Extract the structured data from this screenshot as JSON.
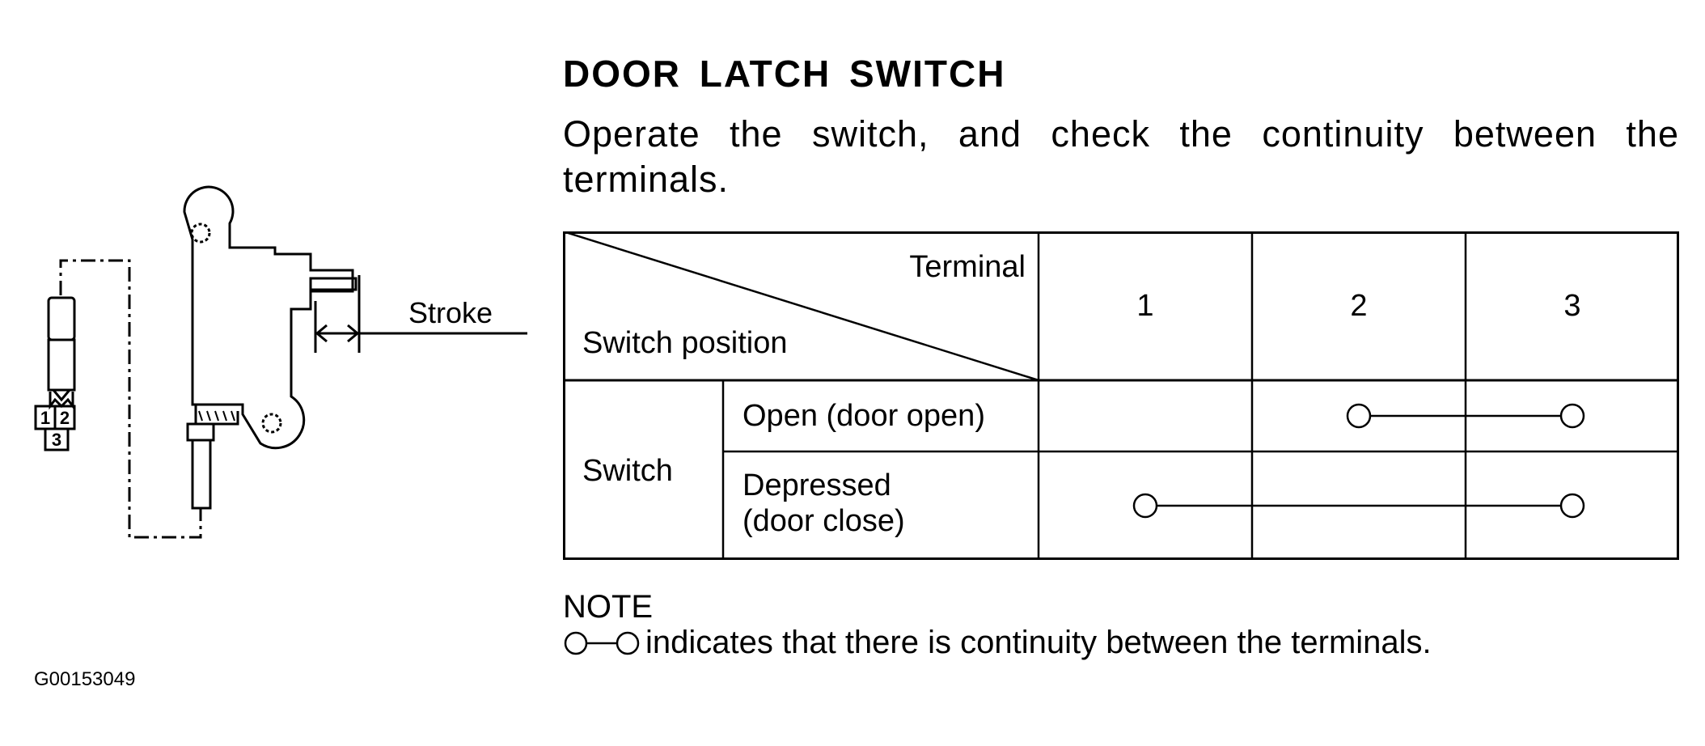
{
  "heading": "DOOR LATCH SWITCH",
  "instruction": "Operate the switch, and check the continuity between the terminals.",
  "illustration": {
    "stroke_label": "Stroke",
    "connector_terminals": [
      "1",
      "2",
      "3"
    ],
    "figure_id": "G00153049"
  },
  "table": {
    "corner_top": "Terminal",
    "corner_bottom": "Switch position",
    "terminals": [
      "1",
      "2",
      "3"
    ],
    "group_label": "Switch",
    "rows": [
      {
        "position": "Open (door open)",
        "connected_terminals": [
          2,
          3
        ]
      },
      {
        "position_line1": "Depressed",
        "position_line2": "(door close)",
        "connected_terminals": [
          1,
          3
        ]
      }
    ]
  },
  "note": {
    "title": "NOTE",
    "text": "indicates that there is continuity between the terminals."
  }
}
